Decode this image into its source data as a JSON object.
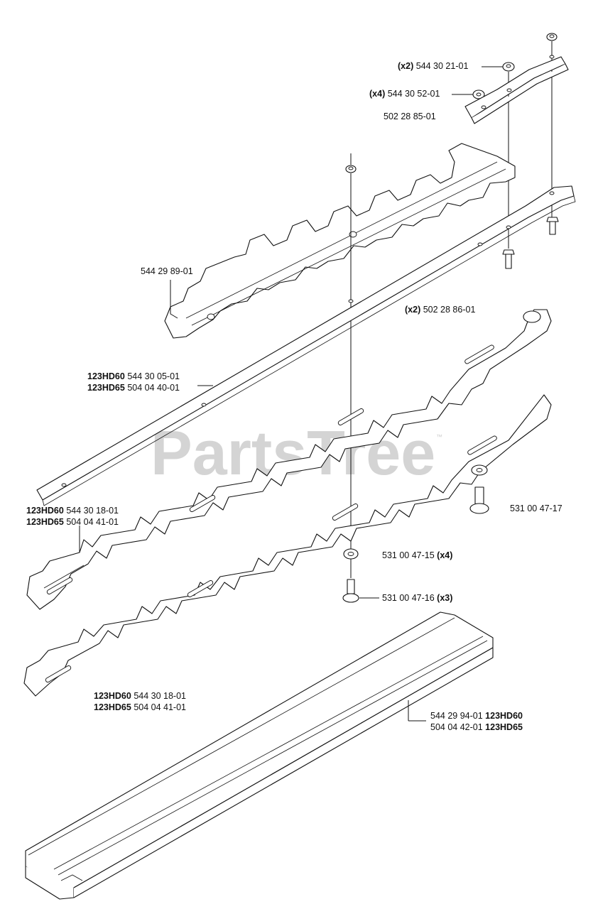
{
  "watermark": {
    "text": "PartsTree",
    "tm": "™"
  },
  "labels": {
    "nut_qty": "(x2)",
    "nut_part": "544 30 21-01",
    "washer_qty": "(x4)",
    "washer_part": "544 30 52-01",
    "bracket_part": "502 28 85-01",
    "cutter_part": "544 29 89-01",
    "spacer_qty": "(x2)",
    "spacer_part": "502 28 86-01",
    "bar_model1": "123HD60",
    "bar_part1": "544 30 05-01",
    "bar_model2": "123HD65",
    "bar_part2": "504 04 40-01",
    "screw_part": "531 00 47-17",
    "blade1_model1": "123HD60",
    "blade1_part1": "544 30 18-01",
    "blade1_model2": "123HD65",
    "blade1_part2": "504 04 41-01",
    "washer2_part": "531 00 47-15",
    "washer2_qty": "(x4)",
    "screw2_part": "531 00 47-16",
    "screw2_qty": "(x3)",
    "blade2_model1": "123HD60",
    "blade2_part1": "544 30 18-01",
    "blade2_model2": "123HD65",
    "blade2_part2": "504 04 41-01",
    "guard_part1": "544 29 94-01",
    "guard_model1": "123HD60",
    "guard_part2": "504 04 42-01",
    "guard_model2": "123HD65"
  }
}
